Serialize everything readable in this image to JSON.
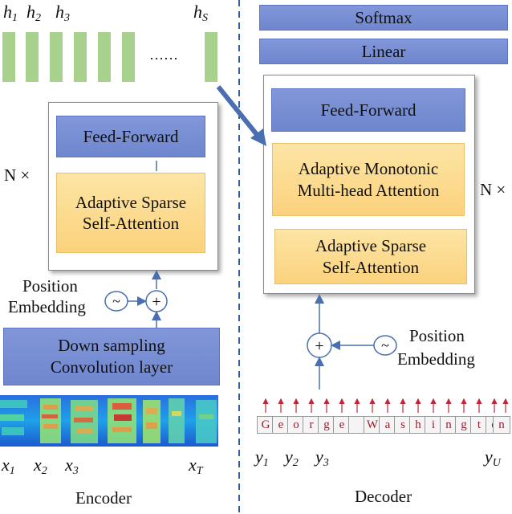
{
  "encoder": {
    "hidden_labels": [
      {
        "base": "h",
        "sub": "1"
      },
      {
        "base": "h",
        "sub": "2"
      },
      {
        "base": "h",
        "sub": "3"
      },
      {
        "base": "h",
        "sub": "S"
      }
    ],
    "ellipsis": "……",
    "repeat": "N ×",
    "feed_forward": "Feed-Forward",
    "attention_line1": "Adaptive Sparse",
    "attention_line2": "Self-Attention",
    "position_line1": "Position",
    "position_line2": "Embedding",
    "tilde": "~",
    "plus": "+",
    "downsampling_line1": "Down sampling",
    "downsampling_line2": "Convolution layer",
    "input_labels": [
      {
        "base": "x",
        "sub": "1"
      },
      {
        "base": "x",
        "sub": "2"
      },
      {
        "base": "x",
        "sub": "3"
      },
      {
        "base": "x",
        "sub": "T"
      }
    ],
    "caption": "Encoder"
  },
  "decoder": {
    "softmax": "Softmax",
    "linear": "Linear",
    "feed_forward": "Feed-Forward",
    "monotonic_line1": "Adaptive Monotonic",
    "monotonic_line2": "Multi-head Attention",
    "attention_line1": "Adaptive Sparse",
    "attention_line2": "Self-Attention",
    "repeat": "N ×",
    "plus": "+",
    "tilde": "~",
    "position_line1": "Position",
    "position_line2": "Embedding",
    "tokens": [
      "G",
      "e",
      "o",
      "r",
      "g",
      "e",
      "",
      "W",
      "a",
      "s",
      "h",
      "i",
      "n",
      "g",
      "t",
      "o",
      "n"
    ],
    "output_labels": [
      {
        "base": "y",
        "sub": "1"
      },
      {
        "base": "y",
        "sub": "2"
      },
      {
        "base": "y",
        "sub": "3"
      },
      {
        "base": "y",
        "sub": "U"
      }
    ],
    "caption": "Decoder"
  },
  "colors": {
    "hidden_bar": "#a9d18e",
    "blue_block": "#7389d2",
    "orange_block": "#fcd886",
    "arrow": "#4a6fb0",
    "token_arrow": "#c0283a",
    "divider": "#2f5fb0"
  }
}
